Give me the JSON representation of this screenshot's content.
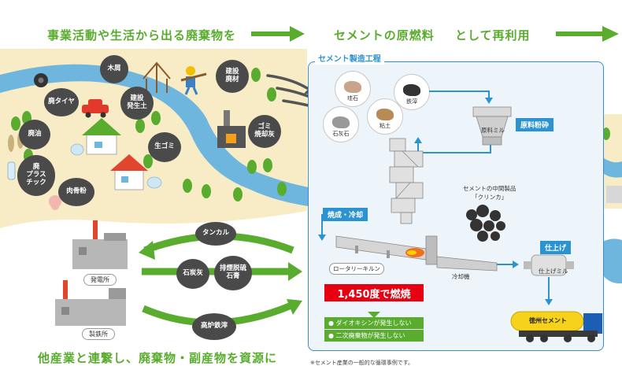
{
  "header": {
    "left": "事業活動や生活から出る廃棄物を",
    "mid1": "セメントの原燃料",
    "mid2": "として再利用"
  },
  "footer": {
    "left": "他産業と連繋し、廃棄物・副産物を資源に",
    "note": "※セメント産業の一般的な循環事例です。"
  },
  "waste_bubbles": {
    "wood": "木屑",
    "construction_waste": "建設\n廃材",
    "tire": "廃タイヤ",
    "soil": "建設\n発生土",
    "oil": "廃油",
    "garbage": "生ゴミ",
    "ash": "ゴミ\n焼却灰",
    "plastic": "廃\nプラス\nチック",
    "bonemeal": "肉骨粉"
  },
  "process": {
    "title": "セメント製造工程",
    "materials": [
      "珪石",
      "鉄滓",
      "粘土",
      "石灰石"
    ],
    "raw_mill_label": "原料ミル",
    "raw_crush_tag": "原料粉砕",
    "firing_tag": "焼成・冷却",
    "clinker_caption": "セメントの中間製品\n「クリンカ」",
    "kiln_label": "ロータリーキルン",
    "cooler_label": "冷却機",
    "finish_tag": "仕上げ",
    "finish_mill_label": "仕上げミル",
    "burn_label": "1,450度で燃焼",
    "benefits": [
      "ダイオキシンが発生しない",
      "二次廃棄物が発生しない"
    ],
    "truck_label": "徳州セメント"
  },
  "industry": {
    "power_plant": "発電所",
    "steel_plant": "製鉄所",
    "tankal": "タンカル",
    "coal_ash": "石炭灰",
    "gypsum": "排煙脱硫\n石膏",
    "slag": "高炉鉄滓"
  },
  "colors": {
    "green": "#5aac2e",
    "blue_tag": "#2b93d0",
    "red": "#e60012",
    "river": "#6fb6df",
    "land": "#f7ecc6"
  }
}
